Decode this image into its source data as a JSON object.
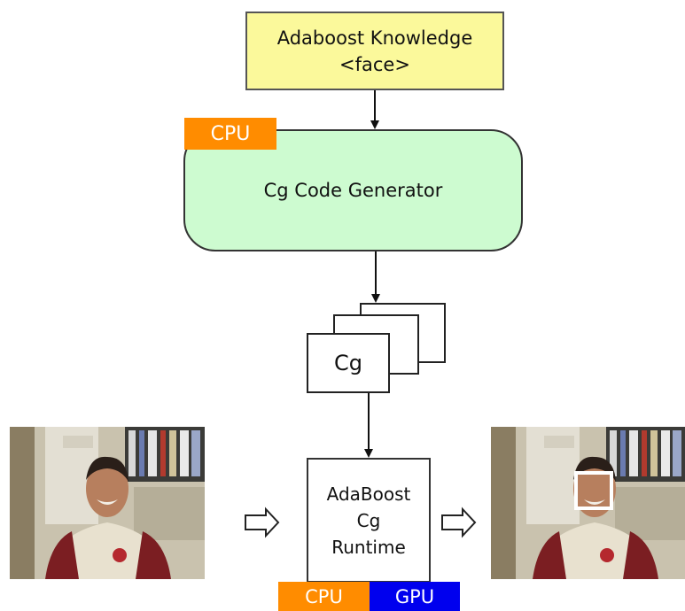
{
  "nodes": {
    "knowledge": {
      "line1": "Adaboost Knowledge",
      "line2": "<face>"
    },
    "cpu_top": "CPU",
    "generator": "Cg Code Generator",
    "cg_file": "Cg",
    "runtime": {
      "line1": "AdaBoost",
      "line2": "Cg",
      "line3": "Runtime"
    },
    "cpu_bottom": "CPU",
    "gpu": "GPU"
  },
  "colors": {
    "knowledge_fill": "#fbf99b",
    "generator_fill": "#cdfbd0",
    "cpu": "#ff8c00",
    "gpu": "#0000ee",
    "detection_box": "#ffffff"
  },
  "images": {
    "input": "photo-of-smiling-man",
    "output": "photo-of-smiling-man-with-face-box"
  }
}
